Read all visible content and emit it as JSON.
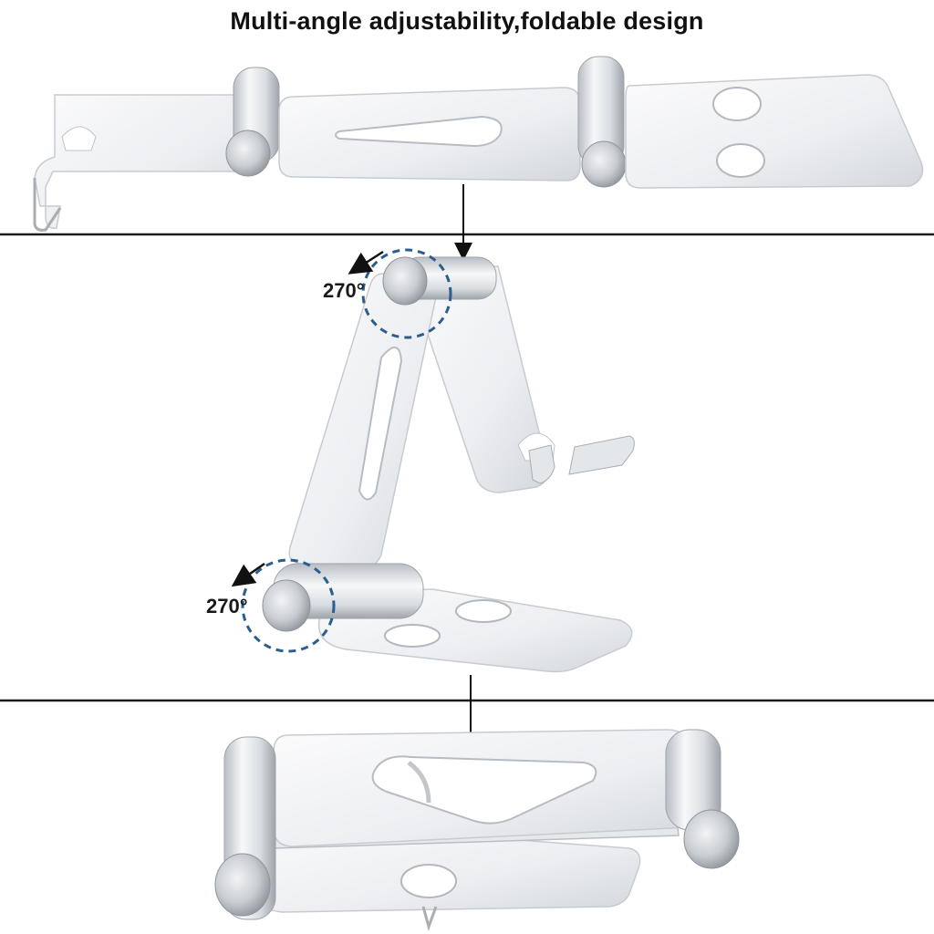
{
  "title": "Multi-angle adjustability,foldable design",
  "rotation_labels": [
    "270°",
    "270°"
  ],
  "stages": [
    "flat-unfolded-stand",
    "standing-adjusted-stand",
    "folded-compact-stand"
  ],
  "colors": {
    "aluminum_light": "#f3f4f6",
    "aluminum_mid": "#dcdfe3",
    "aluminum_dark": "#a9aeb5",
    "divider": "#1a1a1a",
    "dashed_circle": "#2c5d8f",
    "arrow": "#111111"
  }
}
